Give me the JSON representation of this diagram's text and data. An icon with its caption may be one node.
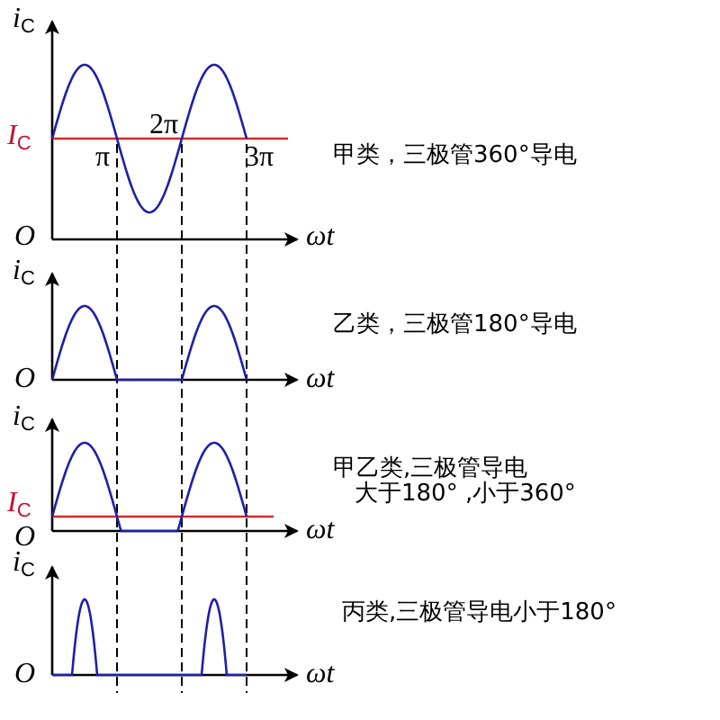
{
  "diagram": {
    "labels": [
      "i$_{C}$",
      "I$_{C}$",
      "π",
      "2π",
      "3π",
      "甲类，三极管360°导电",
      "O",
      "ωt",
      "i$_{C}$",
      "乙类，三极管180°导电",
      "O",
      "ωt",
      "i$_{C}$",
      "甲乙类,三极管导电",
      "大于180° ,小于360°",
      "I$_{C}$",
      "O",
      "ωt",
      "i$_{C}$",
      "丙类,三极管导电小于180°",
      "O",
      "ωt"
    ]
  }
}
